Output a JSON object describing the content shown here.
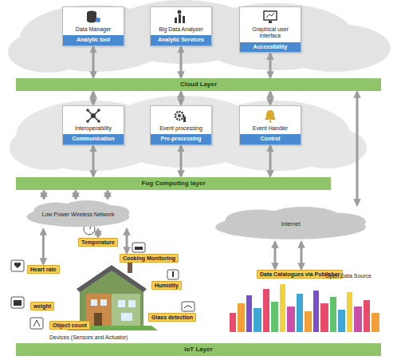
{
  "diagram": {
    "nodes": [
      {
        "text": [
          "Data Manager",
          "Analytic tool"
        ]
      },
      {
        "text": [
          "Big Data Analyzer",
          "Analytic Services"
        ]
      },
      {
        "text": [
          "Graphical user interface",
          "Accessibility"
        ]
      },
      {
        "text": [
          "Cloud Layer"
        ]
      },
      {
        "text": [
          "Interoperability",
          "Communication"
        ]
      },
      {
        "text": [
          "Event processing",
          "Pre-processing"
        ]
      },
      {
        "text": [
          "Event Handler",
          "Control"
        ]
      },
      {
        "text": [
          "Fog Computing layer"
        ]
      },
      {
        "text": [
          "Low Power Wireless Network"
        ]
      },
      {
        "text": [
          "Internet"
        ]
      },
      {
        "text": [
          "Heart rate"
        ]
      },
      {
        "text": [
          "Temperature"
        ]
      },
      {
        "text": [
          "Cooking Monitoring"
        ]
      },
      {
        "text": [
          "weight"
        ]
      },
      {
        "text": [
          "Humidity"
        ]
      },
      {
        "text": [
          "Object count"
        ]
      },
      {
        "text": [
          "Glass detection"
        ]
      },
      {
        "text": [
          "Data Catalogues via Publisher"
        ]
      },
      {
        "text": [
          "IoT Layer"
        ]
      }
    ],
    "edges": [
      {
        "from": 0,
        "to": 3,
        "arrow": "both"
      },
      {
        "from": 1,
        "to": 3,
        "arrow": "both"
      },
      {
        "from": 2,
        "to": 3,
        "arrow": "both"
      },
      {
        "from": 3,
        "to": 4,
        "arrow": "both"
      },
      {
        "from": 3,
        "to": 5,
        "arrow": "both"
      },
      {
        "from": 3,
        "to": 6,
        "arrow": "both"
      },
      {
        "from": 4,
        "to": 7,
        "arrow": "both"
      },
      {
        "from": 5,
        "to": 7,
        "arrow": "both"
      },
      {
        "from": 6,
        "to": 7,
        "arrow": "both"
      },
      {
        "from": 7,
        "to": 8,
        "arrow": "both"
      },
      {
        "from": 7,
        "to": 8,
        "arrow": "both"
      },
      {
        "from": 7,
        "to": 8,
        "arrow": "both"
      },
      {
        "from": 3,
        "to": 9,
        "arrow": "both"
      },
      {
        "from": 9,
        "to": 17,
        "arrow": "both"
      },
      {
        "from": 9,
        "to": 17,
        "arrow": "both"
      },
      {
        "from": 8,
        "to": 10,
        "arrow": "both"
      },
      {
        "from": 8,
        "to": 11,
        "arrow": "both"
      },
      {
        "from": 8,
        "to": 12,
        "arrow": "both"
      }
    ],
    "labels": [
      "Devices (Sensors and Actuator)",
      "Open Data Source"
    ]
  }
}
